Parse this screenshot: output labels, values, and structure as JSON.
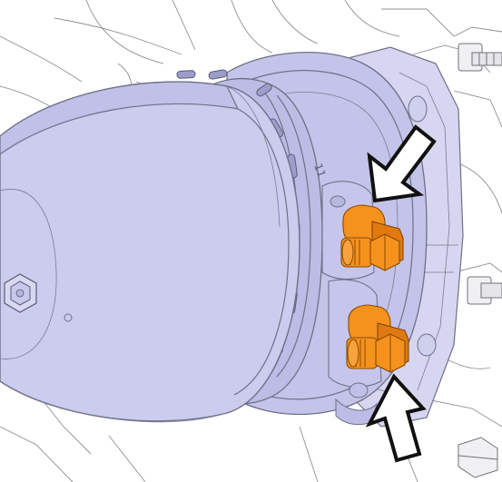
{
  "figure": {
    "marking": "11",
    "colors": {
      "chamber": "#ccccef",
      "chamber_dark": "#b8b8e2",
      "fitting": "#f5921e",
      "line": "#6f7085",
      "arrow_fill": "#ffffff",
      "arrow_stroke": "#111111"
    },
    "parts": [
      {
        "name": "spring-brake-chamber",
        "role": "component"
      },
      {
        "name": "upper-air-fitting",
        "role": "highlighted"
      },
      {
        "name": "lower-air-fitting",
        "role": "highlighted"
      },
      {
        "name": "upper-indicator-arrow",
        "points_to": "upper-air-fitting"
      },
      {
        "name": "lower-indicator-arrow",
        "points_to": "lower-air-fitting"
      }
    ]
  }
}
